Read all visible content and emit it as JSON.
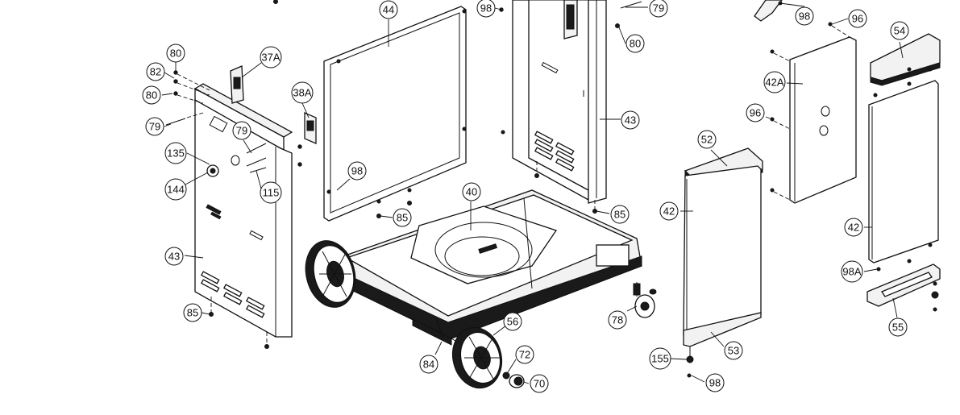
{
  "callouts": [
    {
      "label": "80"
    },
    {
      "label": "82"
    },
    {
      "label": "80"
    },
    {
      "label": "79"
    },
    {
      "label": "37A"
    },
    {
      "label": "38A"
    },
    {
      "label": "79"
    },
    {
      "label": "135"
    },
    {
      "label": "144"
    },
    {
      "label": "115"
    },
    {
      "label": "43"
    },
    {
      "label": "85"
    },
    {
      "label": "44"
    },
    {
      "label": "98"
    },
    {
      "label": "85"
    },
    {
      "label": "98"
    },
    {
      "label": "79"
    },
    {
      "label": "80"
    },
    {
      "label": "43"
    },
    {
      "label": "85"
    },
    {
      "label": "40"
    },
    {
      "label": "56"
    },
    {
      "label": "72"
    },
    {
      "label": "70"
    },
    {
      "label": "84"
    },
    {
      "label": "78"
    },
    {
      "label": "52"
    },
    {
      "label": "42"
    },
    {
      "label": "53"
    },
    {
      "label": "155"
    },
    {
      "label": "98"
    },
    {
      "label": "98"
    },
    {
      "label": "96"
    },
    {
      "label": "42A"
    },
    {
      "label": "96"
    },
    {
      "label": "54"
    },
    {
      "label": "42"
    },
    {
      "label": "98A"
    },
    {
      "label": "55"
    }
  ]
}
